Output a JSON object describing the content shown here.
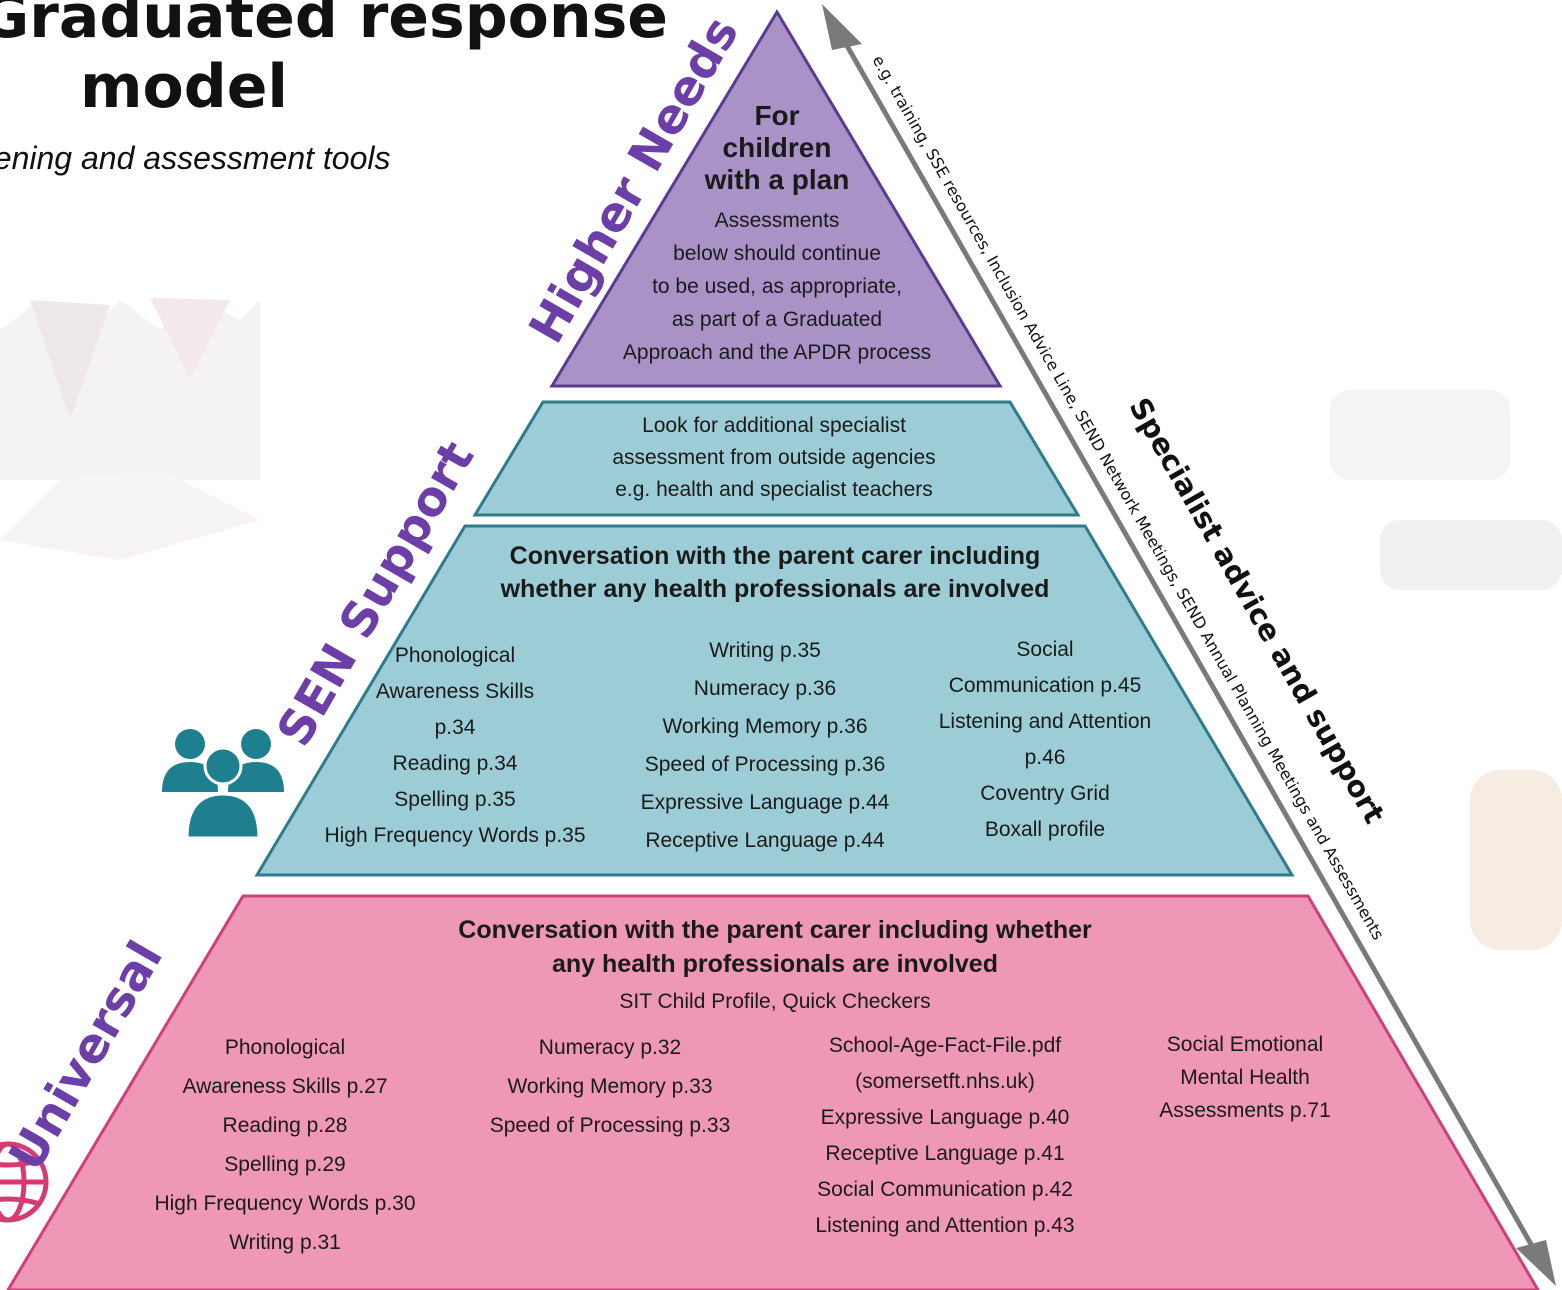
{
  "title": {
    "line1": "Graduated response",
    "line2": "model",
    "subtitle": "Screening and assessment tools"
  },
  "tiers": {
    "higher_needs": {
      "label": "Higher Needs",
      "heading_lines": [
        "For",
        "children",
        "with a plan"
      ],
      "body_lines": [
        "Assessments",
        "below should continue",
        "to be used, as appropriate,",
        "as part of a Graduated",
        "Approach and the APDR process"
      ]
    },
    "sen_support": {
      "label": "SEN Support",
      "specialist_lines": [
        "Look for additional specialist",
        "assessment from outside agencies",
        "e.g. health and specialist teachers"
      ],
      "heading_lines": [
        "Conversation with the parent carer including",
        "whether any health professionals are involved"
      ],
      "col1": [
        "Phonological",
        "Awareness Skills",
        "p.34",
        "Reading p.34",
        "Spelling p.35",
        "High Frequency Words p.35"
      ],
      "col2": [
        "Writing p.35",
        "Numeracy p.36",
        "Working Memory p.36",
        "Speed of Processing p.36",
        "Expressive Language p.44",
        "Receptive Language p.44"
      ],
      "col3": [
        "Social",
        "Communication p.45",
        "Listening and Attention",
        "p.46",
        "Coventry Grid",
        "Boxall profile"
      ]
    },
    "universal": {
      "label": "Universal",
      "heading_lines": [
        "Conversation with the parent carer including whether",
        "any health professionals are involved"
      ],
      "subheading": "SIT Child Profile, Quick Checkers",
      "col1": [
        "Phonological",
        "Awareness Skills p.27",
        "Reading p.28",
        "Spelling p.29",
        "High Frequency Words p.30",
        "Writing p.31"
      ],
      "col2": [
        "Numeracy p.32",
        "Working Memory p.33",
        "Speed of Processing p.33"
      ],
      "col3": [
        "School-Age-Fact-File.pdf",
        "(somersetft.nhs.uk)",
        "Expressive Language p.40",
        "Receptive Language p.41",
        "Social Communication p.42",
        "Listening and Attention p.43"
      ],
      "col4": [
        "Social Emotional",
        "Mental Health",
        "Assessments p.71"
      ]
    }
  },
  "side": {
    "heading": "Specialist advice and support",
    "examples": "e.g. training, SSE resources, Inclusion Advice Line, SEND Network Meetings, SEND Annual Planning Meetings and Assessments"
  },
  "icons": {
    "people": "people-group-icon",
    "globe": "globe-icon"
  },
  "colors": {
    "purple_fill": "#a993c6",
    "purple_stroke": "#5b3a96",
    "teal_fill": "#9ccdd6",
    "teal_stroke": "#2c7c8c",
    "pink_fill": "#ef97b7",
    "pink_stroke": "#cf3f79",
    "label_purple": "#6c3fa8",
    "icon_teal": "#1e7f8f",
    "icon_pink": "#d63a73",
    "arrow_grey": "#7a7a7a"
  }
}
